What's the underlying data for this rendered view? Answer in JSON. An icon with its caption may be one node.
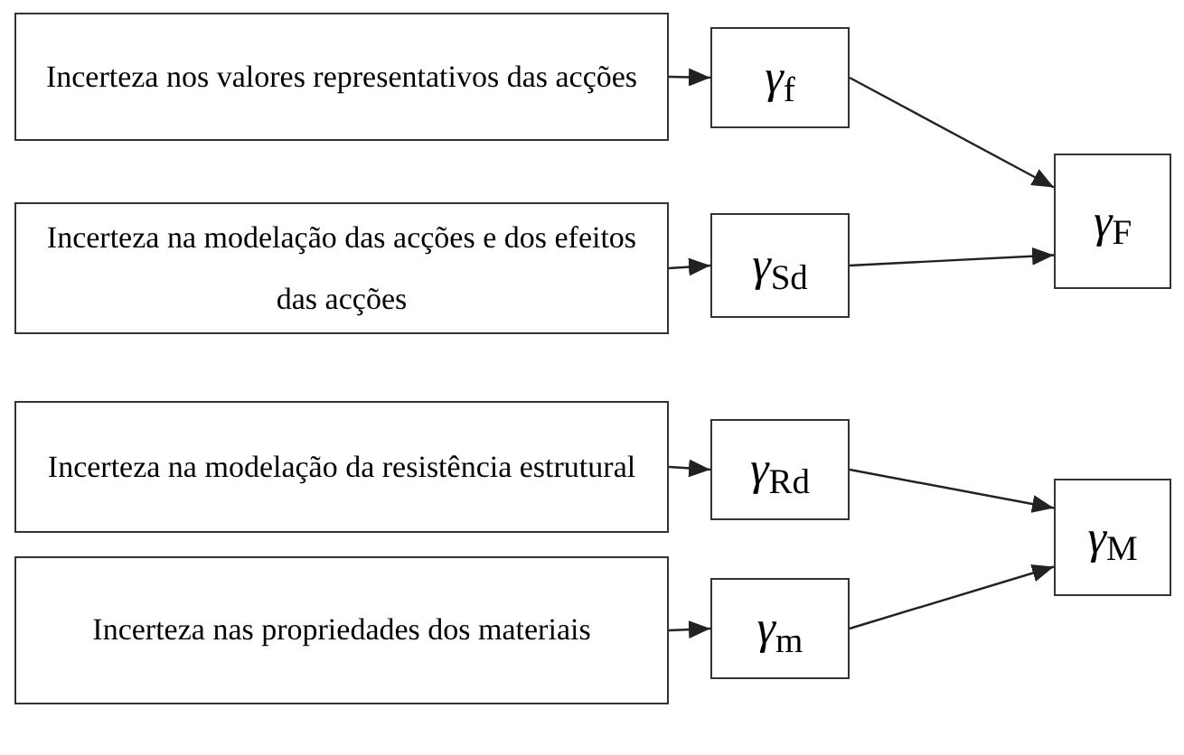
{
  "diagram": {
    "nodes": [
      {
        "text": [
          "Incerteza nos valores representativos das acções"
        ]
      },
      {
        "text": [
          "Incerteza na modelação das acções e dos efeitos das acções"
        ]
      },
      {
        "text": [
          "Incerteza na modelação da resistência estrutural"
        ]
      },
      {
        "text": [
          "Incerteza nas propriedades dos materiais"
        ]
      },
      {
        "text": [
          "*γ*$_{f}$"
        ]
      },
      {
        "text": [
          "*γ*$_{Sd}$"
        ]
      },
      {
        "text": [
          "*γ*$_{Rd}$"
        ]
      },
      {
        "text": [
          "*γ*$_{m}$"
        ]
      },
      {
        "text": [
          "*γ*$_{F}$"
        ]
      },
      {
        "text": [
          "*γ*$_{M}$"
        ]
      }
    ],
    "edges": [
      {
        "from": 0,
        "to": 4,
        "arrow": "to"
      },
      {
        "from": 1,
        "to": 5,
        "arrow": "to"
      },
      {
        "from": 2,
        "to": 6,
        "arrow": "to"
      },
      {
        "from": 3,
        "to": 7,
        "arrow": "to"
      },
      {
        "from": 4,
        "to": 8,
        "arrow": "to"
      },
      {
        "from": 5,
        "to": 8,
        "arrow": "to"
      },
      {
        "from": 6,
        "to": 9,
        "arrow": "to"
      },
      {
        "from": 7,
        "to": 9,
        "arrow": "to"
      }
    ]
  }
}
